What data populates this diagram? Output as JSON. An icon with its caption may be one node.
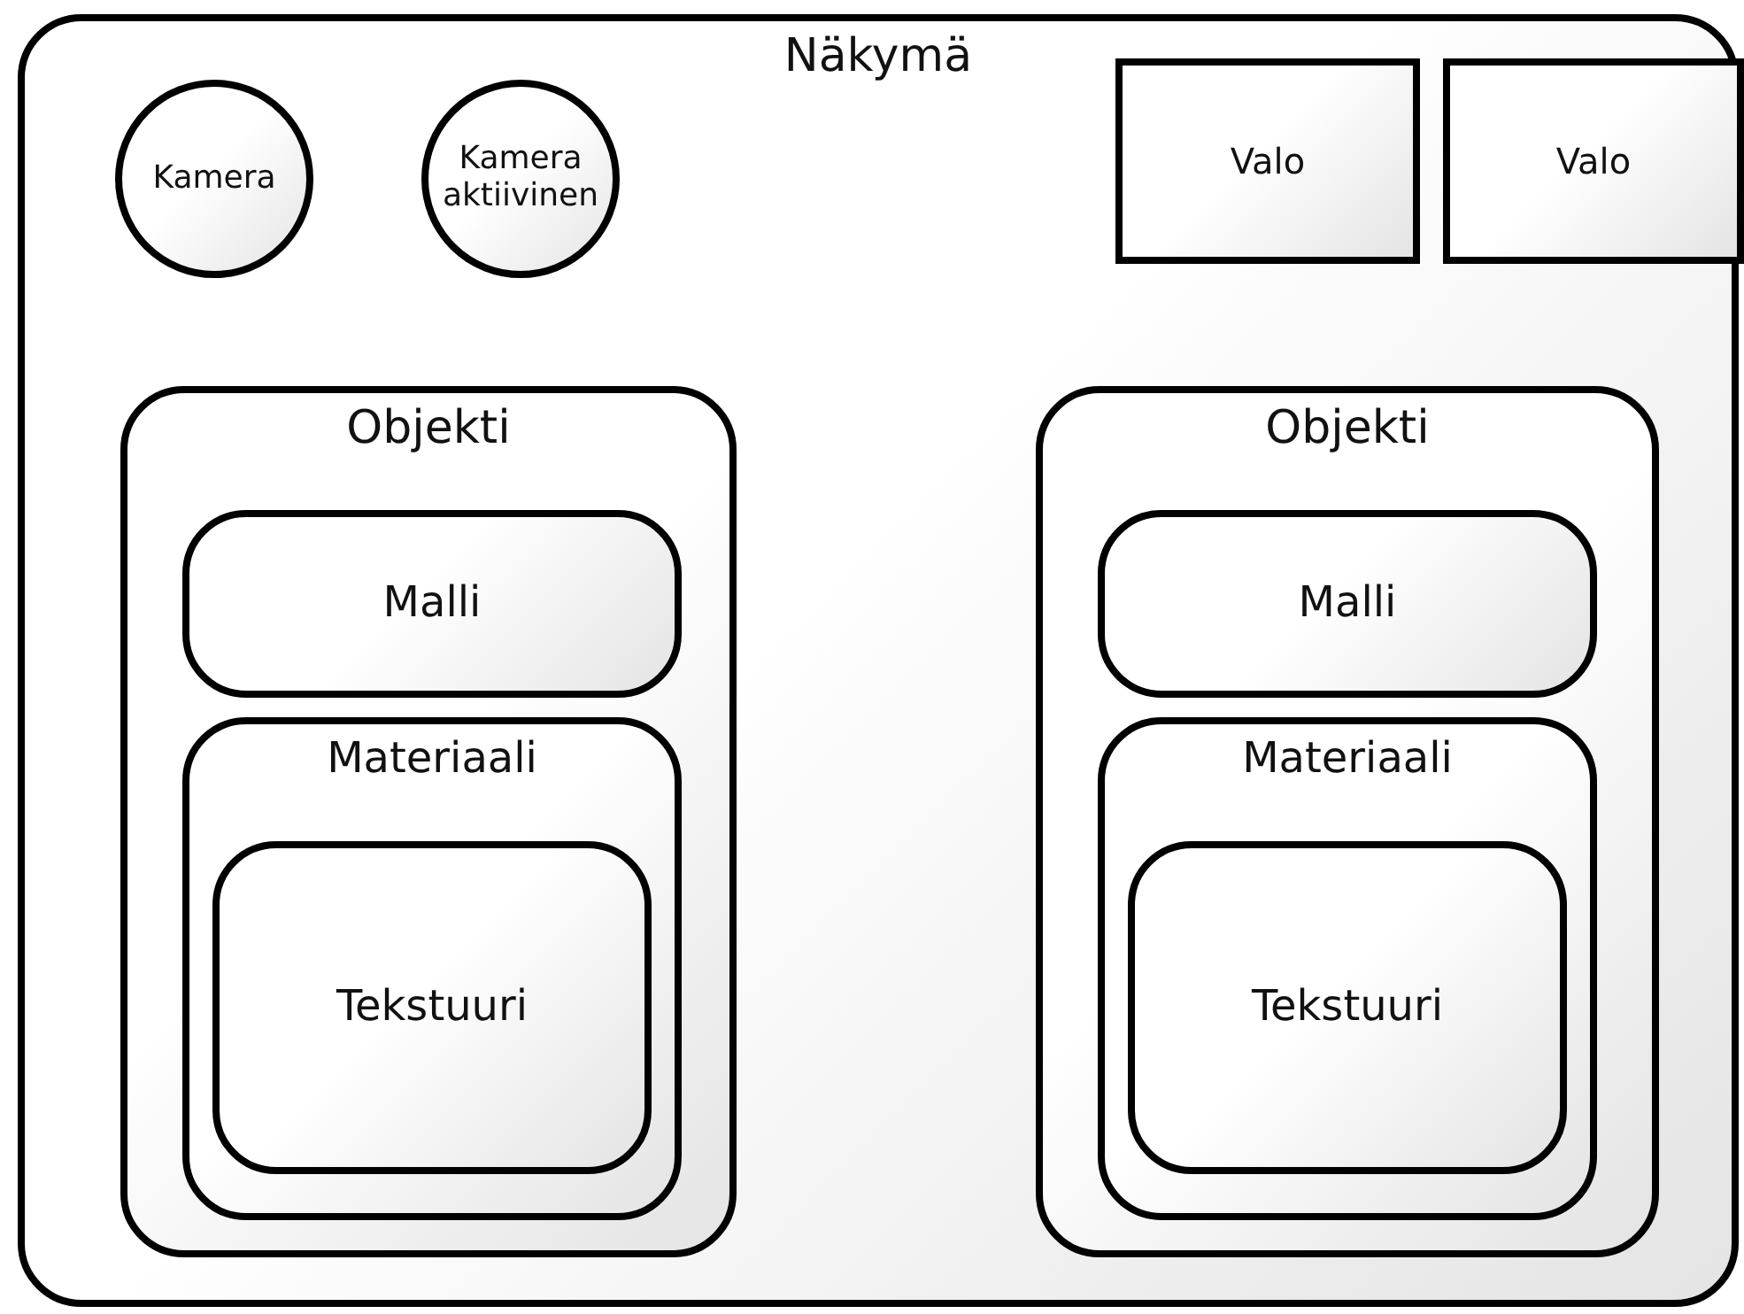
{
  "diagram": {
    "nodes": [
      {
        "text": [
          "Näkymä"
        ]
      },
      {
        "text": [
          "Kamera"
        ],
        "in": 0
      },
      {
        "text": [
          "Kamera aktiivinen"
        ],
        "in": 0
      },
      {
        "text": [
          "Valo"
        ],
        "in": 0
      },
      {
        "text": [
          "Valo"
        ],
        "in": 0
      },
      {
        "text": [
          "Objekti"
        ],
        "in": 0
      },
      {
        "text": [
          "Malli"
        ],
        "in": 5
      },
      {
        "text": [
          "Materiaali"
        ],
        "in": 5
      },
      {
        "text": [
          "Tekstuuri"
        ],
        "in": 7
      },
      {
        "text": [
          "Objekti"
        ],
        "in": 0
      },
      {
        "text": [
          "Malli"
        ],
        "in": 9
      },
      {
        "text": [
          "Materiaali"
        ],
        "in": 9
      },
      {
        "text": [
          "Tekstuuri"
        ],
        "in": 11
      }
    ]
  }
}
